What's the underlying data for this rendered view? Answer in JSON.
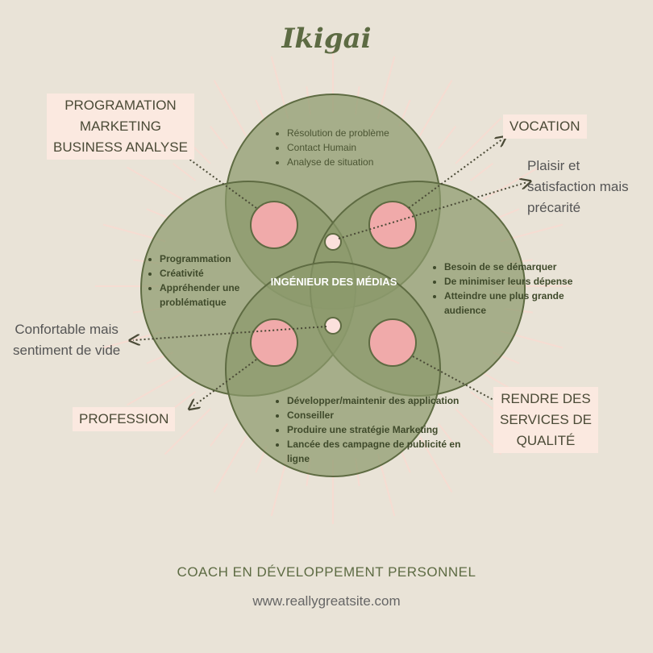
{
  "title": "Ikigai",
  "center_label": "INGÉNIEUR DES MÉDIAS",
  "tags": {
    "passion": [
      "PROGRAMATION",
      "MARKETING",
      "BUSINESS ANALYSE"
    ],
    "vocation": "VOCATION",
    "profession": "PROFESSION",
    "mission": [
      "RENDRE DES",
      "SERVICES DE",
      "QUALITÉ"
    ]
  },
  "notes": {
    "vocation_note": [
      "Plaisir et",
      "satisfaction mais",
      "précarité"
    ],
    "profession_note": [
      "Confortable mais",
      "sentiment de vide"
    ]
  },
  "circles": {
    "top_items": [
      "Résolution de problème",
      "Contact Humain",
      "Analyse de situation"
    ],
    "left_items": [
      "Programmation",
      "Créativité",
      "Appréhender une problématique"
    ],
    "right_items": [
      "Besoin de se démarquer",
      "De minimiser leurs dépense",
      "Atteindre une plus grande audience"
    ],
    "bottom_items": [
      "Développer/maintenir des application",
      "Conseiller",
      "Produire une stratégie Marketing",
      "Lancée des campagne de publicité en ligne"
    ]
  },
  "colors": {
    "background": "#e9e3d7",
    "circle_fill": "#8c9a6c",
    "circle_stroke": "#5e6b42",
    "pink": "#f0aaaa",
    "rays": "#f6dcd2"
  },
  "footer": {
    "coach": "COACH EN DÉVELOPPEMENT PERSONNEL",
    "site": "www.reallygreatsite.com"
  }
}
